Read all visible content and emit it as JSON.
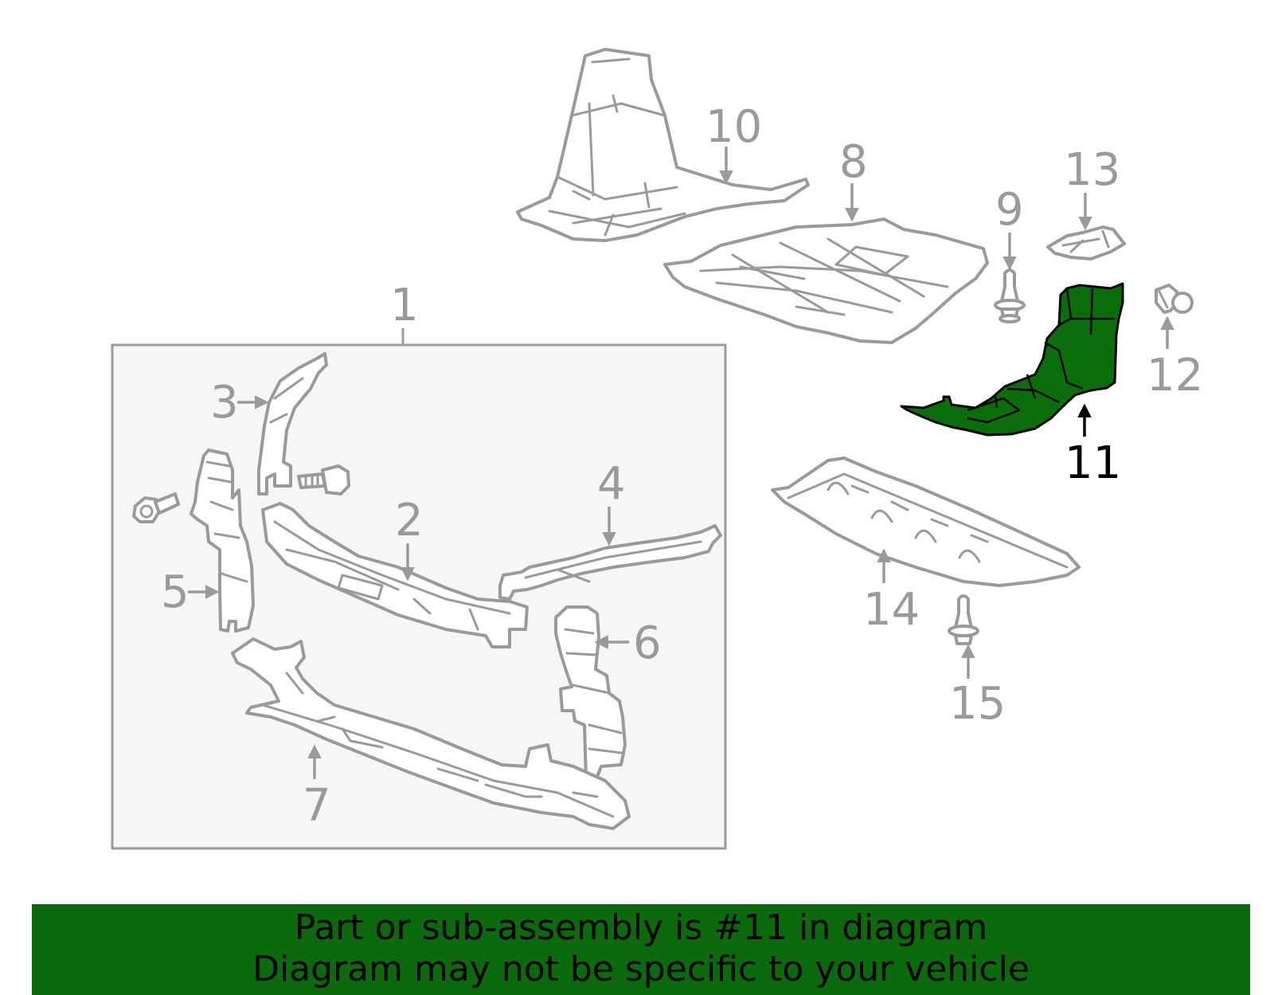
{
  "colors": {
    "line": "#9a9a9a",
    "highlight_fill": "#0a6f0a",
    "highlight_stroke": "#000000",
    "box_fill": "#f6f6f6",
    "footer_bg": "#0b6a0b"
  },
  "highlighted_part": "11",
  "callouts": {
    "c1": "1",
    "c2": "2",
    "c3": "3",
    "c4": "4",
    "c5": "5",
    "c6": "6",
    "c7": "7",
    "c8": "8",
    "c9": "9",
    "c10": "10",
    "c11": "11",
    "c12": "12",
    "c13": "13",
    "c14": "14",
    "c15": "15"
  },
  "footer": {
    "line1": "Part or sub-assembly is #11 in diagram",
    "line2": "Diagram may not be specific to your vehicle"
  }
}
